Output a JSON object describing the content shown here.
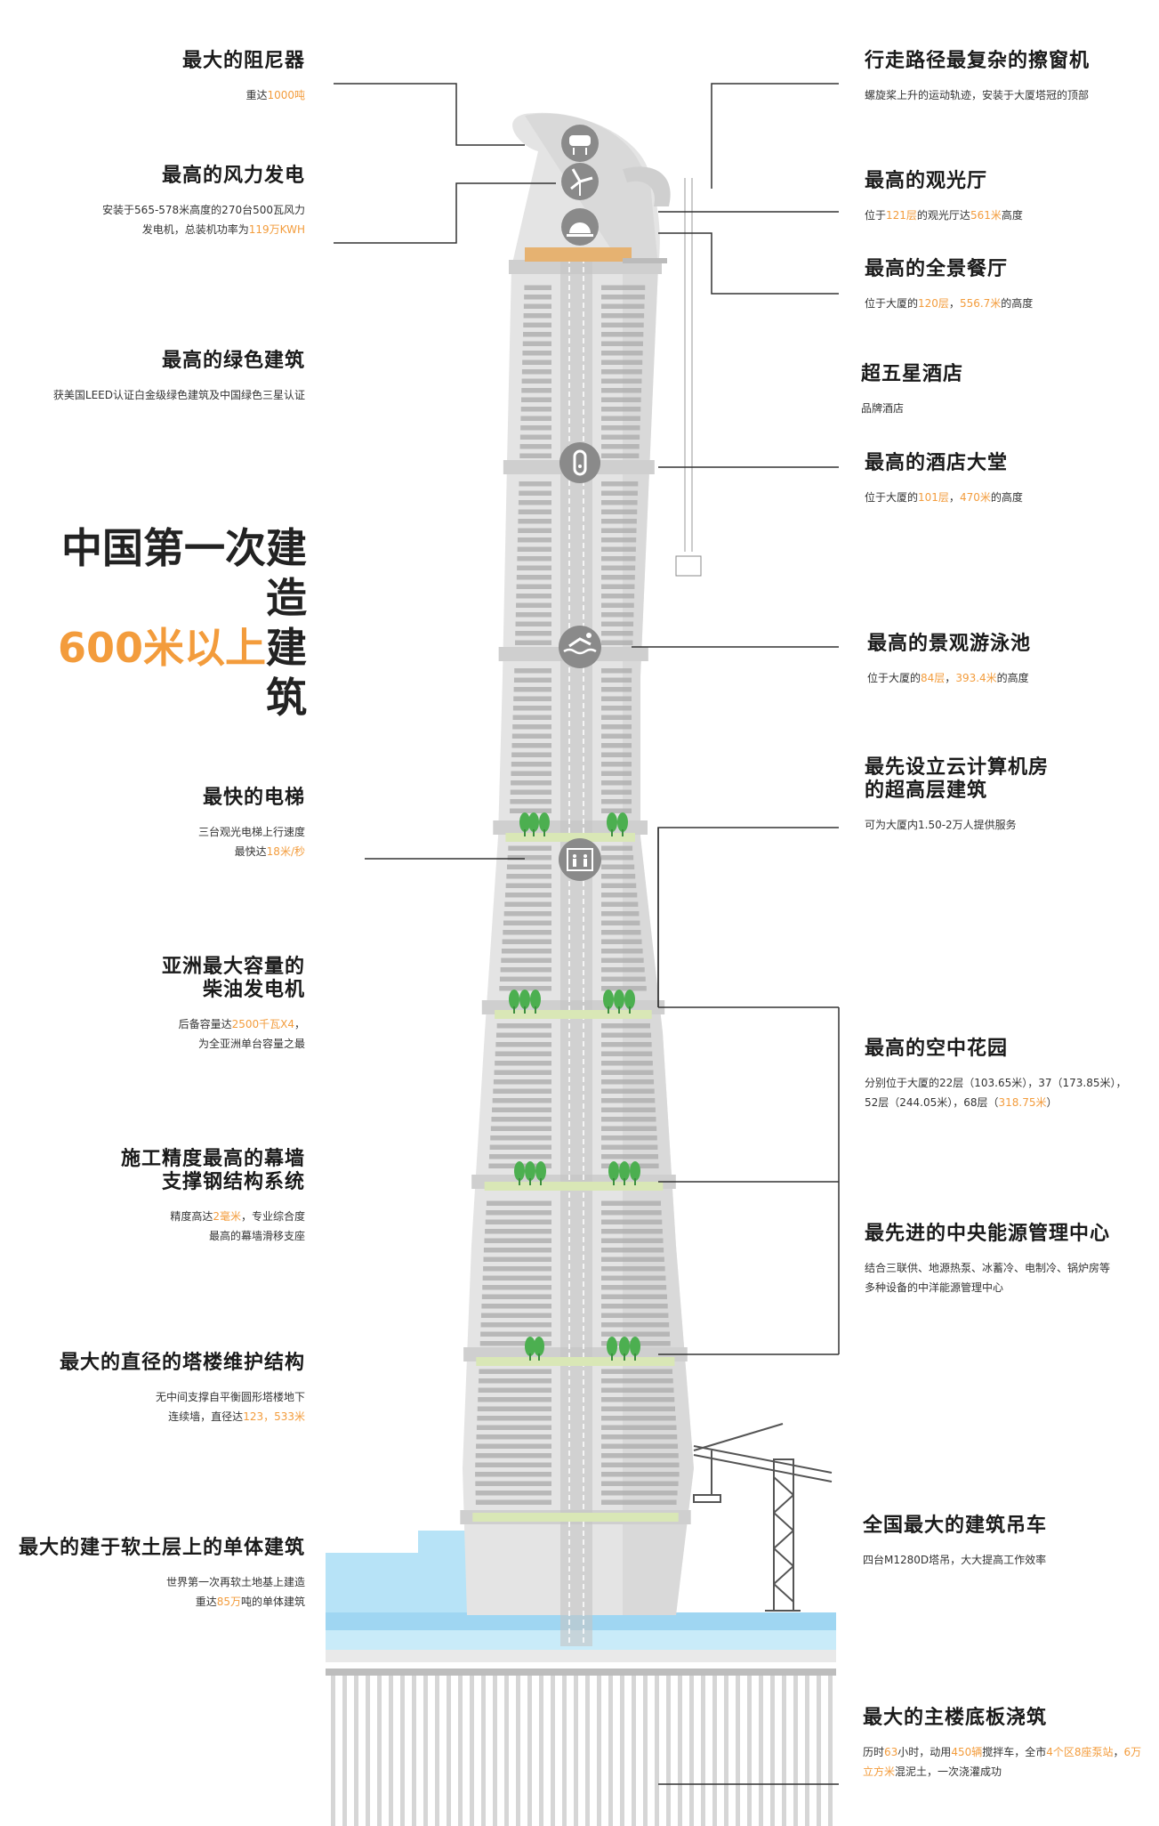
{
  "colors": {
    "accent": "#f39c3c",
    "tower": "#d9d9d9",
    "tower_dark": "#9a9a9a",
    "water": "#9fd6f2",
    "line": "#333333"
  },
  "headline": {
    "line1": "中国第一次建造",
    "line2_orange": "600米以上",
    "line2_dark": "建筑"
  },
  "left_annotations": [
    {
      "title": "最大的阻尼器",
      "desc_pre": "重达",
      "desc_hl": "1000吨",
      "desc_post": ""
    },
    {
      "title": "最高的风力发电",
      "desc_pre": "安装于565-578米高度的270台500瓦风力",
      "desc_pre2": "发电机，总装机功率为",
      "desc_hl": "119万KWH"
    },
    {
      "title": "最高的绿色建筑",
      "desc": "获美国LEED认证白金级绿色建筑及中国绿色三星认证"
    },
    {
      "title": "最快的电梯",
      "desc": "三台观光电梯上行速度",
      "desc_pre2": "最快达",
      "desc_hl": "18米/秒"
    },
    {
      "title": "亚洲最大容量的",
      "title2": "柴油发电机",
      "desc_pre": "后备容量达",
      "desc_hl": "2500千瓦X4",
      "desc_post": "，",
      "desc2": "为全亚洲单台容量之最"
    },
    {
      "title": "施工精度最高的幕墙",
      "title2": "支撑钢结构系统",
      "desc_pre": "精度高达",
      "desc_hl": "2毫米",
      "desc_post": "，专业综合度",
      "desc2": "最高的幕墙滑移支座"
    },
    {
      "title": "最大的直径的塔楼维护结构",
      "desc": "无中间支撑自平衡圆形塔楼地下",
      "desc_pre2": "连续墙，直径达",
      "desc_hl": "123，533米"
    },
    {
      "title": "最大的建于软土层上的单体建筑",
      "desc": "世界第一次再软土地基上建造",
      "desc_pre2": "重达",
      "desc_hl": "85万",
      "desc_post2": "吨的单体建筑"
    }
  ],
  "right_annotations": [
    {
      "title": "行走路径最复杂的擦窗机",
      "desc": "螺旋桨上升的运动轨迹，安装于大厦塔冠的顶部"
    },
    {
      "title": "最高的观光厅",
      "d1": "位于",
      "h1": "121层",
      "d2": "的观光厅达",
      "h2": "561米",
      "d3": "高度"
    },
    {
      "title": "最高的全景餐厅",
      "d1": "位于大厦的",
      "h1": "120层",
      "d2": "，",
      "h2": "556.7米",
      "d3": "的高度"
    },
    {
      "title": "超五星酒店",
      "desc": "品牌酒店"
    },
    {
      "title": "最高的酒店大堂",
      "d1": "位于大厦的",
      "h1": "101层",
      "d2": "，",
      "h2": "470米",
      "d3": "的高度"
    },
    {
      "title": "最高的景观游泳池",
      "d1": "位于大厦的",
      "h1": "84层",
      "d2": "，",
      "h2": "393.4米",
      "d3": "的高度"
    },
    {
      "title": "最先设立云计算机房",
      "title2": "的超高层建筑",
      "desc": "可为大厦内1.50-2万人提供服务"
    },
    {
      "title": "最高的空中花园",
      "desc": "分别位于大厦的22层（103.65米），37（173.85米），",
      "d1": "52层（244.05米），68层（",
      "h1": "318.75米",
      "d2": "）"
    },
    {
      "title": "最先进的中央能源管理中心",
      "desc": "结合三联供、地源热泵、冰蓄冷、电制冷、锅炉房等",
      "desc2": "多种设备的中洋能源管理中心"
    },
    {
      "title": "全国最大的建筑吊车",
      "desc": "四台M1280D塔吊，大大提高工作效率"
    },
    {
      "title": "最大的主楼底板浇筑",
      "d1": "历时",
      "h1": "63",
      "d2": "小时，动用",
      "h2": "450辆",
      "d3": "搅拌车，全市",
      "h3": "4个区8座泵站",
      "d4": "，",
      "h4": "6万立方米",
      "d5": "混泥土，一次浇灌成功"
    }
  ],
  "icons": [
    "damper-icon",
    "wind-turbine-icon",
    "restaurant-icon",
    "hotel-lock-icon",
    "swimmer-icon",
    "elevator-icon"
  ]
}
